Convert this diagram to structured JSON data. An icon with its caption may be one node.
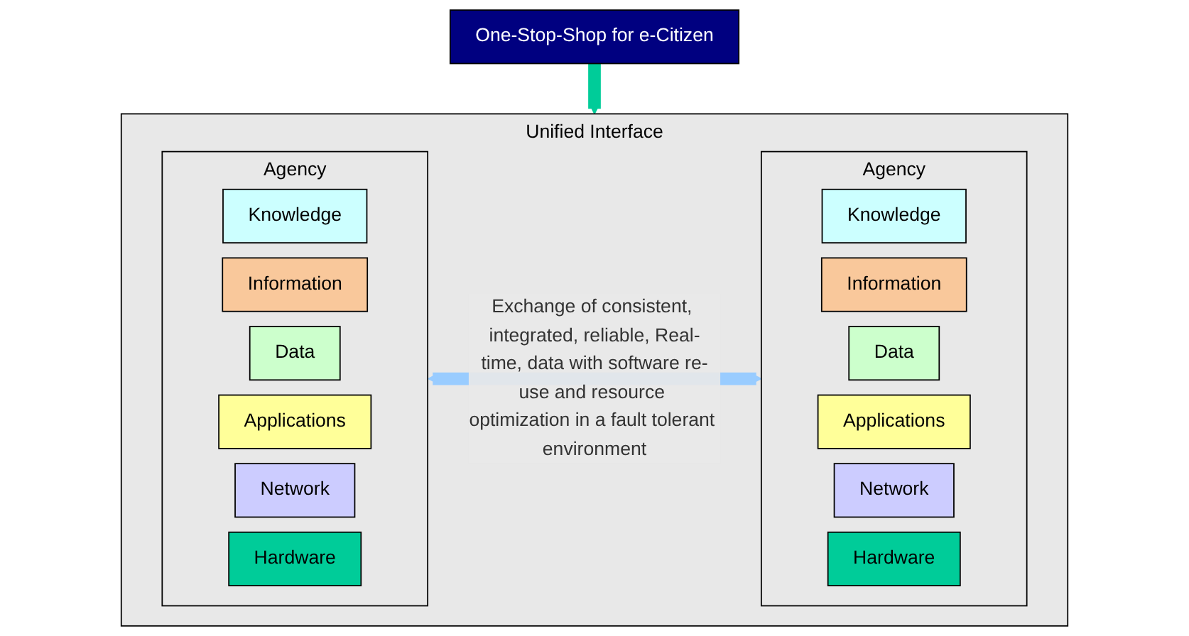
{
  "diagram": {
    "nodes": [
      {
        "text": [
          "One-Stop-Shop for e-Citizen"
        ]
      },
      {
        "text": [
          "Unified Interface"
        ]
      },
      {
        "text": [
          "Agency"
        ],
        "in": 1
      },
      {
        "text": [
          "Knowledge"
        ],
        "in": 2
      },
      {
        "text": [
          "Information"
        ],
        "in": 2
      },
      {
        "text": [
          "Data"
        ],
        "in": 2
      },
      {
        "text": [
          "Applications"
        ],
        "in": 2
      },
      {
        "text": [
          "Network"
        ],
        "in": 2
      },
      {
        "text": [
          "Hardware"
        ],
        "in": 2
      },
      {
        "text": [
          "Agency"
        ],
        "in": 1
      },
      {
        "text": [
          "Knowledge"
        ],
        "in": 9
      },
      {
        "text": [
          "Information"
        ],
        "in": 9
      },
      {
        "text": [
          "Data"
        ],
        "in": 9
      },
      {
        "text": [
          "Applications"
        ],
        "in": 9
      },
      {
        "text": [
          "Network"
        ],
        "in": 9
      },
      {
        "text": [
          "Hardware"
        ],
        "in": 9
      }
    ],
    "edges": [
      {
        "from": 0,
        "to": 1,
        "arrow": "to",
        "color": "#00cc99"
      },
      {
        "from": 2,
        "to": 9,
        "arrow": "both",
        "color": "#99ccff",
        "label": "Exchange of consistent, integrated, reliable, Real-time, data with software re-use and resource optimization in a fault tolerant environment"
      }
    ]
  }
}
